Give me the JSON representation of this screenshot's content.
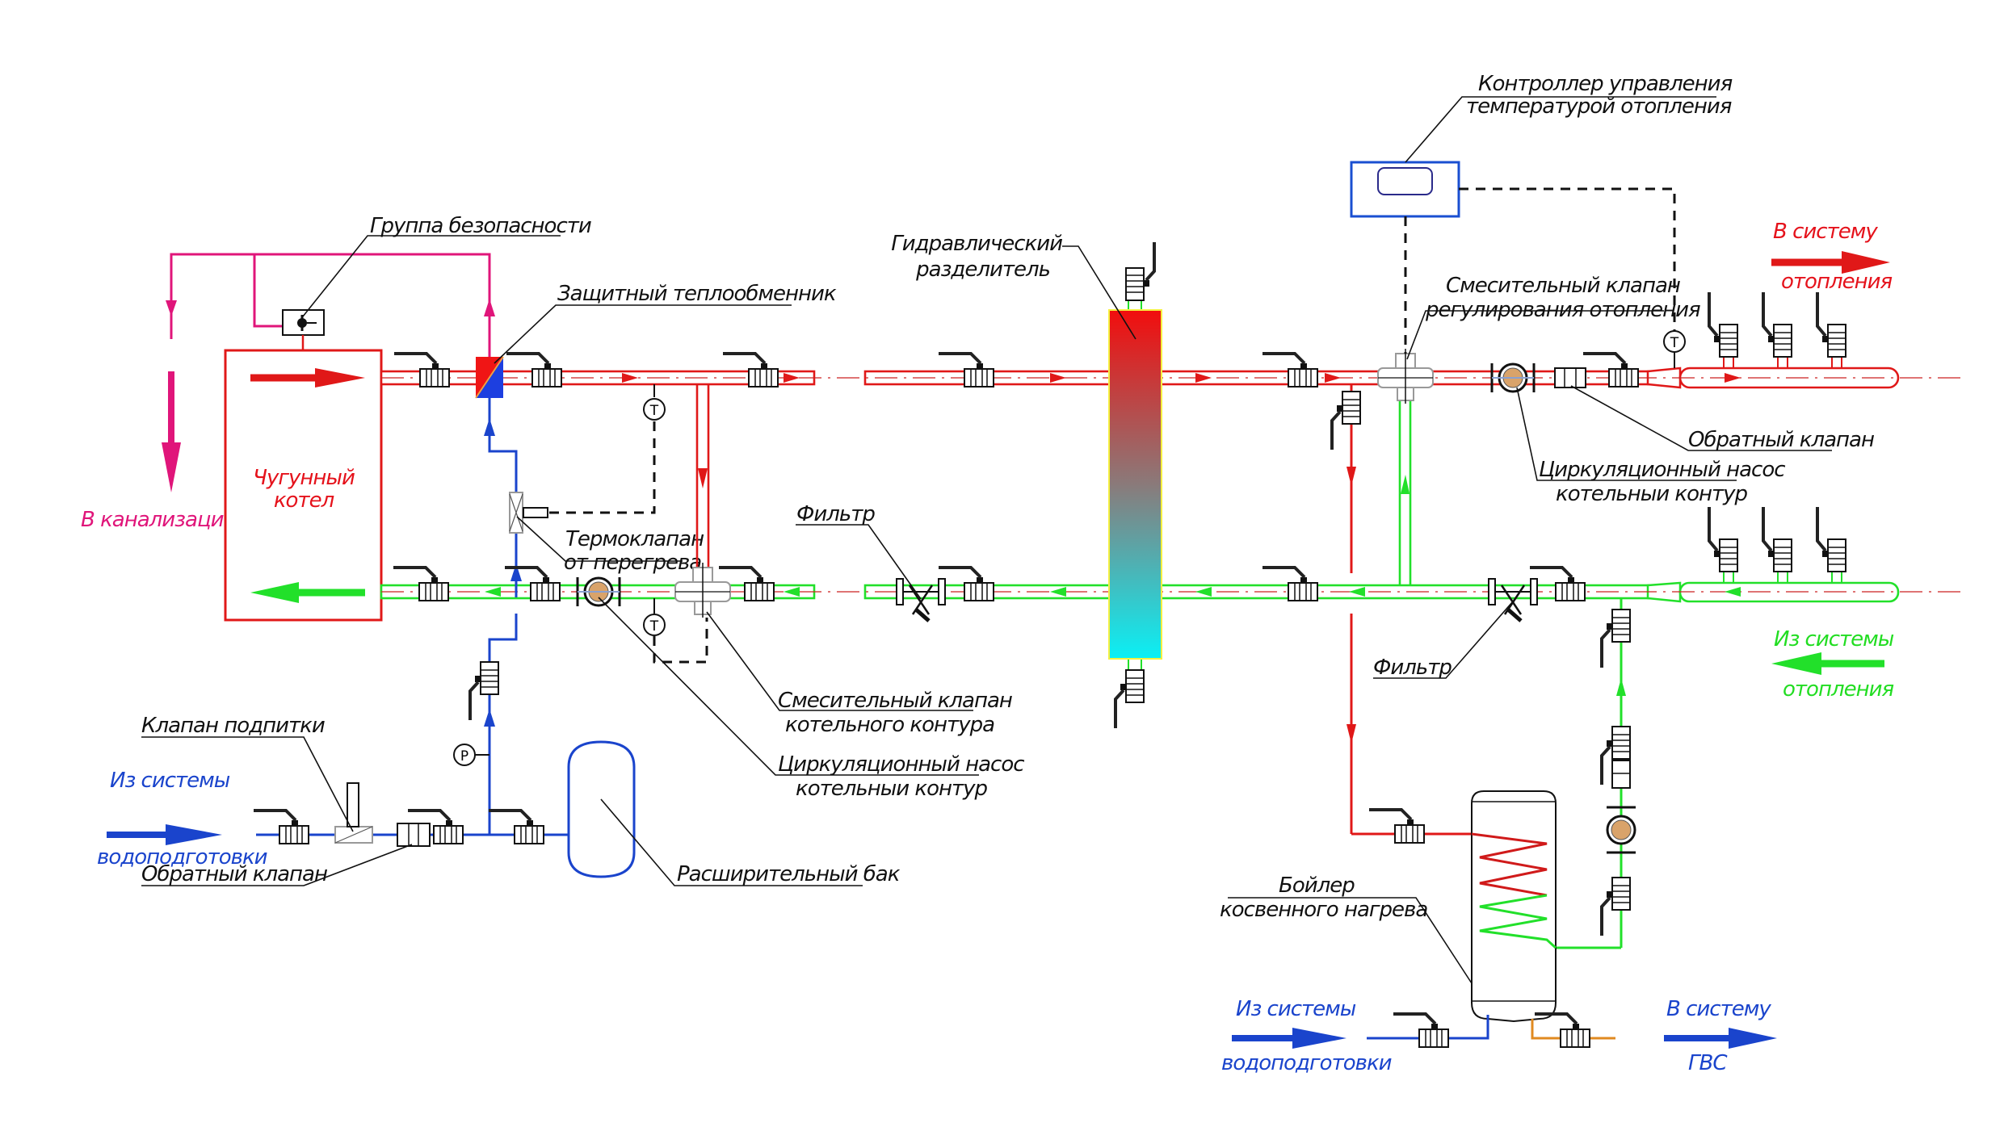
{
  "title": "Схема обвязки чугунного котла с гидравлическим разделителем",
  "colors": {
    "supply": "#e01818",
    "return": "#22e02a",
    "cold_water": "#1a44cc",
    "safety_drain": "#e0157a",
    "hot_water_out": "#e08a20",
    "control_line": "#111111",
    "controller_frame": "#1a4fd1"
  },
  "components": {
    "boiler": {
      "label_line1": "Чугунный",
      "label_line2": "котел"
    },
    "safety_group": {
      "label": "Группа безопасности"
    },
    "drain": {
      "label": "В канализацию"
    },
    "protective_hx": {
      "label": "Защитный теплообменник"
    },
    "thermo_valve": {
      "label_line1": "Термоклапан",
      "label_line2": "от перегрева"
    },
    "mixing_valve_boiler": {
      "label_line1": "Смесительный клапан",
      "label_line2": "котельного контура"
    },
    "pump_boiler": {
      "label_line1": "Циркуляционный насос",
      "label_line2": "котельныи контур"
    },
    "filter_left": {
      "label": "Фильтр"
    },
    "hydraulic_separator": {
      "label_line1": "Гидравлический",
      "label_line2": "разделитель"
    },
    "controller": {
      "label_line1": "Контроллер управления",
      "label_line2": "температурой отопления"
    },
    "mixing_valve_heating": {
      "label_line1": "Смесительный клапан",
      "label_line2": "регулирования отопления"
    },
    "check_valve_right": {
      "label": "Обратный клапан"
    },
    "pump_right": {
      "label_line1": "Циркуляционный насос",
      "label_line2": "котельныи контур"
    },
    "filter_right": {
      "label": "Фильтр"
    },
    "makeup_valve": {
      "label": "Клапан подпитки"
    },
    "check_valve_left": {
      "label": "Обратный клапан"
    },
    "expansion_tank": {
      "label": "Расширительный бак"
    },
    "dhw_boiler": {
      "label_line1": "Бойлер",
      "label_line2": "косвенного нагрева"
    },
    "pressure_gauge": {
      "symbol": "P"
    },
    "temp_sensor": {
      "symbol": "T"
    }
  },
  "flows": {
    "to_heating": {
      "line1": "В систему",
      "line2": "отопления"
    },
    "from_heating": {
      "line1": "Из системы",
      "line2": "отопления"
    },
    "from_water_treatment_left": {
      "line1": "Из системы",
      "line2": "водоподготовки"
    },
    "from_water_treatment_right": {
      "line1": "Из системы",
      "line2": "водоподготовки"
    },
    "to_dhw": {
      "line1": "В систему",
      "line2": "ГВС"
    }
  }
}
